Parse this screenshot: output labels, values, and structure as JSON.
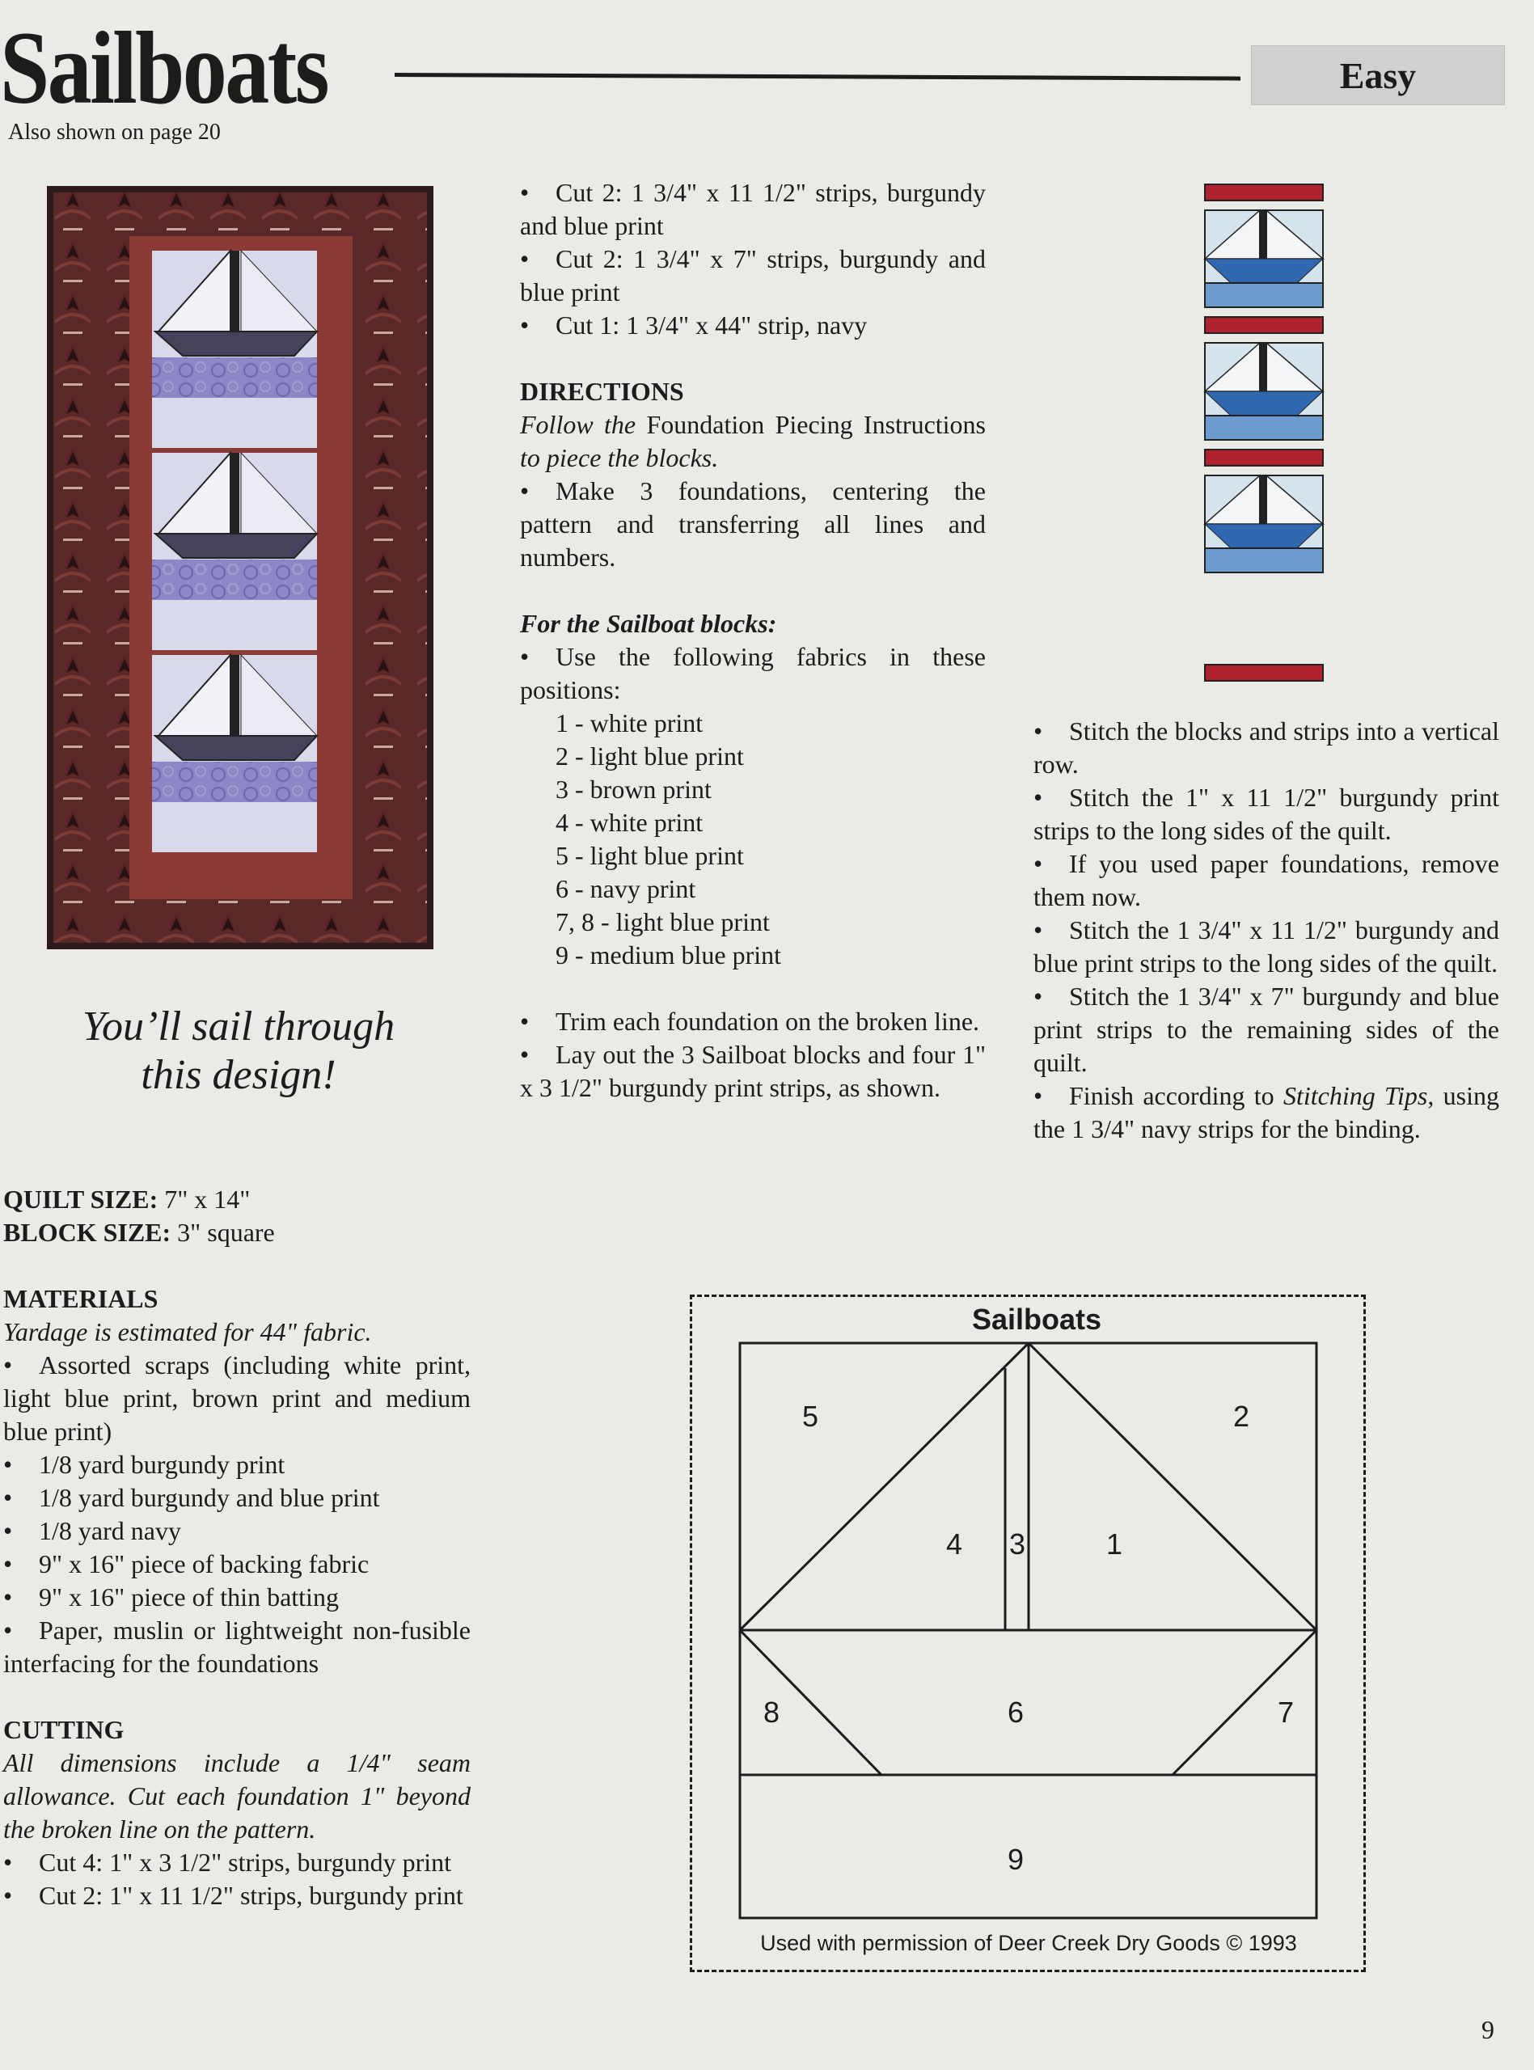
{
  "header": {
    "title": "Sailboats",
    "difficulty": "Easy",
    "subtitle": "Also shown on page 20"
  },
  "tagline": {
    "line1": "You’ll sail through",
    "line2": "this design!"
  },
  "sizes": {
    "quilt_label": "QUILT SIZE:",
    "quilt_value": "7\" x 14\"",
    "block_label": "BLOCK SIZE:",
    "block_value": "3\" square"
  },
  "materials": {
    "heading": "MATERIALS",
    "note": "Yardage is estimated for 44\" fabric.",
    "items": [
      "Assorted scraps (including white print, light blue print, brown print and medium blue print)",
      "1/8 yard burgundy print",
      "1/8 yard burgundy and blue print",
      "1/8 yard navy",
      "9\" x 16\" piece of backing fabric",
      "9\" x 16\" piece of thin batting",
      "Paper, muslin or lightweight non-fusible interfacing for the foundations"
    ]
  },
  "cutting": {
    "heading": "CUTTING",
    "note": "All dimensions include a 1/4\" seam allowance. Cut each foundation 1\" beyond the broken line on the pattern.",
    "items": [
      "Cut 4: 1\" x 3 1/2\" strips, burgundy print",
      "Cut 2: 1\" x 11 1/2\" strips, burgundy print",
      "Cut 2: 1 3/4\" x 11 1/2\" strips, burgundy and blue print",
      "Cut 2: 1 3/4\" x 7\" strips, burgundy and blue print",
      "Cut 1: 1 3/4\" x 44\" strip, navy"
    ]
  },
  "directions": {
    "heading": "DIRECTIONS",
    "intro_italic_1": "Follow the",
    "intro_roman": "Foundation Piecing Instructions",
    "intro_italic_2": "to piece the blocks.",
    "step_foundations": "Make 3 foundations, centering the pattern and transferring all lines and numbers.",
    "block_heading": "For the Sailboat blocks:",
    "fabrics_intro": "Use the following fabrics in these positions:",
    "fabrics": [
      "1 - white print",
      "2 - light blue print",
      "3 - brown print",
      "4 - white print",
      "5 - light blue print",
      "6 - navy print",
      "7, 8 - light blue print",
      "9 - medium blue print"
    ],
    "steps_mid": [
      "Trim each foundation on the broken line.",
      "Lay out the 3 Sailboat blocks and four 1\" x 3 1/2\" burgundy print strips, as shown."
    ],
    "steps_right": [
      "Stitch the blocks and strips into a vertical row.",
      "Stitch the 1\" x 11 1/2\" burgundy print strips to the long sides of the quilt.",
      "If you used paper foundations, remove them now.",
      "Stitch the 1 3/4\" x 11 1/2\" burgundy and blue print strips to the long sides of the quilt.",
      "Stitch the 1 3/4\" x 7\" burgundy and blue print strips to the remaining sides of the quilt."
    ],
    "final_step_pre": "Finish according to",
    "final_step_italic": "Stitching Tips",
    "final_step_post": ", using the 1 3/4\" navy strips for the binding."
  },
  "pattern": {
    "title": "Sailboats",
    "labels": [
      "1",
      "2",
      "3",
      "4",
      "5",
      "6",
      "7",
      "8",
      "9"
    ],
    "credit": "Used with permission of Deer Creek Dry Goods © 1993"
  },
  "colors": {
    "background": "#e9ebe6",
    "burgundy": "#b0232e",
    "sky": "#d5e3ec",
    "sail": "#f4f6f7",
    "hull": "#2f68b0",
    "water": "#6d9bcf",
    "quilt_border": "#5a2a2a",
    "quilt_sash": "#8a3a36",
    "quilt_water": "#8c86c6",
    "quilt_hull": "#3f3d56"
  },
  "page_number": "9"
}
